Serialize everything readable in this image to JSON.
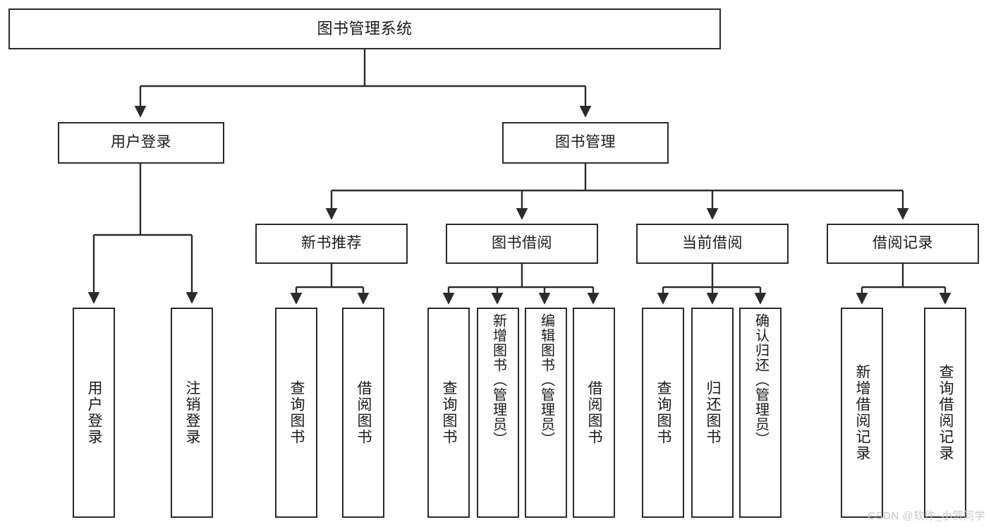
{
  "diagram": {
    "title": "图书管理系统",
    "type": "tree",
    "background_color": "#ffffff",
    "node_border_color": "#2b2b2b",
    "node_fill_color": "#ffffff",
    "edge_color": "#2b2b2b"
  },
  "nodes": {
    "root": {
      "label": "图书管理系统"
    },
    "level2": [
      {
        "id": "user-login",
        "label": "用户登录"
      },
      {
        "id": "book-management",
        "label": "图书管理"
      }
    ],
    "level3": [
      {
        "id": "new-book-recommend",
        "label": "新书推荐"
      },
      {
        "id": "book-borrow",
        "label": "图书借阅"
      },
      {
        "id": "current-borrow",
        "label": "当前借阅"
      },
      {
        "id": "borrow-record",
        "label": "借阅记录"
      }
    ],
    "leaves": {
      "user_login": [
        {
          "id": "leaf-user-login",
          "label": "用户登录"
        },
        {
          "id": "leaf-logout",
          "label": "注销登录"
        }
      ],
      "new_book_recommend": [
        {
          "id": "leaf-query-book-1",
          "label": "查询图书"
        },
        {
          "id": "leaf-borrow-book-1",
          "label": "借阅图书"
        }
      ],
      "book_borrow": [
        {
          "id": "leaf-query-book-2",
          "label": "查询图书"
        },
        {
          "id": "leaf-add-book",
          "label": "新增图书（管理员）"
        },
        {
          "id": "leaf-edit-book",
          "label": "编辑图书（管理员）"
        },
        {
          "id": "leaf-borrow-book-2",
          "label": "借阅图书"
        }
      ],
      "current_borrow": [
        {
          "id": "leaf-query-book-3",
          "label": "查询图书"
        },
        {
          "id": "leaf-return-book",
          "label": "归还图书"
        },
        {
          "id": "leaf-confirm-return",
          "label": "确认归还（管理员）"
        }
      ],
      "borrow_record": [
        {
          "id": "leaf-add-record",
          "label": "新增借阅记录"
        },
        {
          "id": "leaf-query-record",
          "label": "查询借阅记录"
        }
      ]
    }
  },
  "watermark": {
    "text": "CSDN @软件_小贺同学"
  }
}
